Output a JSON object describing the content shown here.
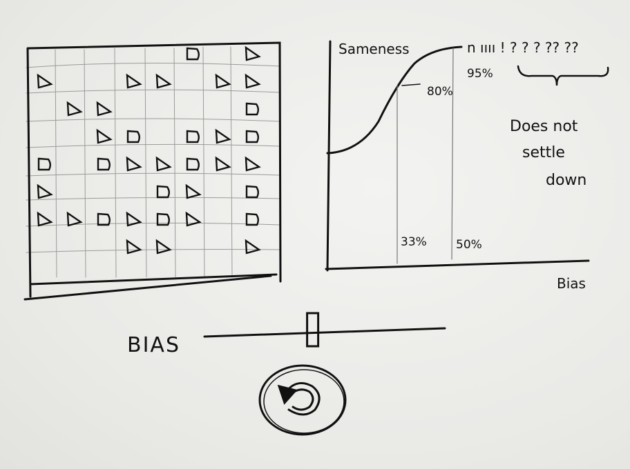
{
  "grid_panel": {
    "shape_colors": "#111111",
    "shapes": [
      {
        "col": 5,
        "row": 0,
        "kind": "square"
      },
      {
        "col": 7,
        "row": 0,
        "kind": "triangle"
      },
      {
        "col": 0,
        "row": 1,
        "kind": "triangle"
      },
      {
        "col": 3,
        "row": 1,
        "kind": "triangle"
      },
      {
        "col": 4,
        "row": 1,
        "kind": "triangle"
      },
      {
        "col": 6,
        "row": 1,
        "kind": "triangle"
      },
      {
        "col": 7,
        "row": 1,
        "kind": "triangle"
      },
      {
        "col": 1,
        "row": 2,
        "kind": "triangle"
      },
      {
        "col": 2,
        "row": 2,
        "kind": "triangle"
      },
      {
        "col": 7,
        "row": 2,
        "kind": "square"
      },
      {
        "col": 2,
        "row": 3,
        "kind": "triangle"
      },
      {
        "col": 3,
        "row": 3,
        "kind": "square"
      },
      {
        "col": 5,
        "row": 3,
        "kind": "square"
      },
      {
        "col": 6,
        "row": 3,
        "kind": "triangle"
      },
      {
        "col": 7,
        "row": 3,
        "kind": "square"
      },
      {
        "col": 0,
        "row": 4,
        "kind": "square"
      },
      {
        "col": 2,
        "row": 4,
        "kind": "square"
      },
      {
        "col": 3,
        "row": 4,
        "kind": "triangle"
      },
      {
        "col": 4,
        "row": 4,
        "kind": "triangle"
      },
      {
        "col": 5,
        "row": 4,
        "kind": "square"
      },
      {
        "col": 6,
        "row": 4,
        "kind": "triangle"
      },
      {
        "col": 7,
        "row": 4,
        "kind": "triangle"
      },
      {
        "col": 0,
        "row": 5,
        "kind": "triangle"
      },
      {
        "col": 4,
        "row": 5,
        "kind": "square"
      },
      {
        "col": 5,
        "row": 5,
        "kind": "triangle"
      },
      {
        "col": 7,
        "row": 5,
        "kind": "square"
      },
      {
        "col": 0,
        "row": 6,
        "kind": "triangle"
      },
      {
        "col": 1,
        "row": 6,
        "kind": "triangle"
      },
      {
        "col": 2,
        "row": 6,
        "kind": "square"
      },
      {
        "col": 3,
        "row": 6,
        "kind": "triangle"
      },
      {
        "col": 4,
        "row": 6,
        "kind": "square"
      },
      {
        "col": 5,
        "row": 6,
        "kind": "triangle"
      },
      {
        "col": 7,
        "row": 6,
        "kind": "square"
      },
      {
        "col": 3,
        "row": 7,
        "kind": "triangle"
      },
      {
        "col": 4,
        "row": 7,
        "kind": "triangle"
      },
      {
        "col": 7,
        "row": 7,
        "kind": "triangle"
      }
    ]
  },
  "graph": {
    "y_label": "Sameness",
    "x_label": "Bias",
    "mark_33": "33%",
    "mark_50": "50%",
    "mark_80": "80%",
    "mark_95": "95%",
    "squiggle_text": "n ıııı ! ? ? ? ?? ??",
    "note": [
      "Does not",
      "settle",
      "down"
    ]
  },
  "controls": {
    "bias_label": "BIAS",
    "slider_value": 0.45,
    "reset_icon": "reset-icon"
  }
}
